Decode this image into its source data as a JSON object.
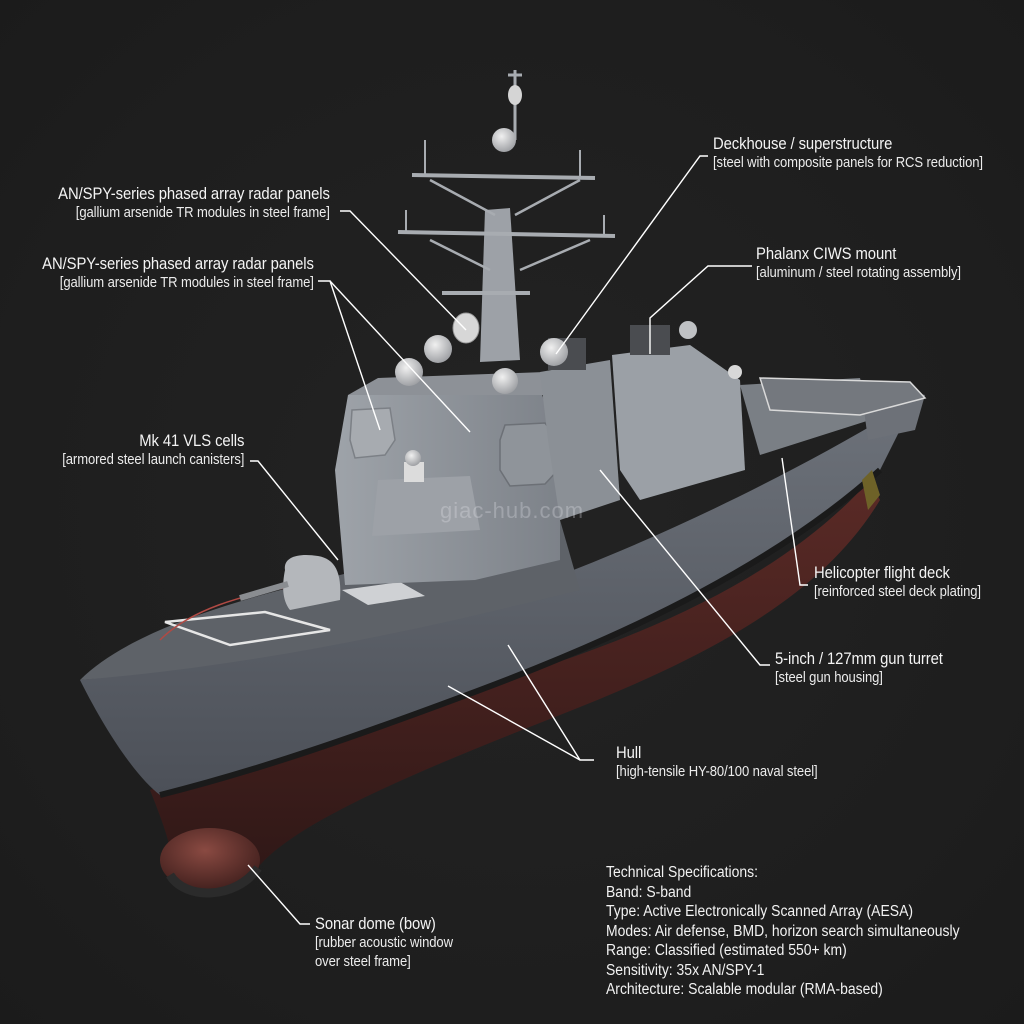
{
  "diagram": {
    "subject": "Guided-missile destroyer (3D render) with material annotations",
    "background_color": "#1f1f1f",
    "line_color": "#ffffff"
  },
  "labels": {
    "spy_radar_1": {
      "title": "AN/SPY-series phased array radar panels",
      "sub": "[gallium arsenide TR modules in steel frame]"
    },
    "spy_radar_2": {
      "title": "AN/SPY-series phased array radar panels",
      "sub": "[gallium arsenide TR modules in steel frame]"
    },
    "deckhouse": {
      "title": "Deckhouse / superstructure",
      "sub": "[steel with composite panels for RCS reduction]"
    },
    "phalanx": {
      "title": "Phalanx CIWS mount",
      "sub": "[aluminum / steel rotating assembly]"
    },
    "vls": {
      "title": "Mk 41 VLS cells",
      "sub": "[armored steel launch canisters]"
    },
    "helo_deck": {
      "title": "Helicopter flight deck",
      "sub": "[reinforced steel deck plating]"
    },
    "gun": {
      "title": "5-inch / 127mm gun turret",
      "sub": "[steel gun housing]"
    },
    "hull": {
      "title": "Hull",
      "sub": "[high-tensile HY-80/100 naval steel]"
    },
    "sonar": {
      "title": "Sonar dome (bow)",
      "sub1": "[rubber acoustic window",
      "sub2": "over steel frame]"
    }
  },
  "specs": {
    "heading": "Technical Specifications:",
    "lines": [
      "Band: S-band",
      "Type: Active Electronically Scanned Array (AESA)",
      "Modes: Air defense, BMD, horizon search simultaneously",
      "Range: Classified (estimated 550+ km)",
      "Sensitivity: 35x AN/SPY-1",
      "Architecture: Scalable modular (RMA-based)"
    ]
  },
  "watermark": "giac-hub.com"
}
